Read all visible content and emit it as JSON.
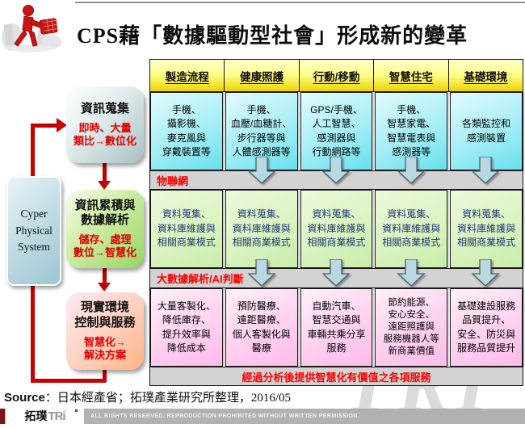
{
  "title": "CPS藉「數據驅動型社會」形成新的變革",
  "colors": {
    "accent_red": "#c40000",
    "band_text_red": "#fe0000",
    "data_text_navy": "#1e3a70",
    "header_yellow": "#eed400",
    "device_cyan": "#67e0ee",
    "data_green": "#c8edaa",
    "service_pink": "#ffbbea"
  },
  "flow": {
    "collect": {
      "title": "資訊蒐集",
      "note": "即時、大量\n類比→數位化"
    },
    "analyze": {
      "title": "資訊累積與\n數據解析",
      "note": "儲存、處理\n數位→智慧化"
    },
    "control": {
      "title": "現實環境\n控制與服務",
      "note": "智慧化→\n解決方案"
    },
    "cps": {
      "label": "Cyper\nPhysical\nSystem"
    }
  },
  "table": {
    "headers": [
      "製造流程",
      "健康照護",
      "行動/移動",
      "智慧住宅",
      "基礎環境"
    ],
    "device_row": [
      "手機、\n攝影機、\n麥克風與\n穿戴裝置等",
      "手機、\n血壓/血糖計、\n步行器等與\n人體感測器等",
      "GPS/手機、\n人工智慧、\n感測器與\n行動網路等",
      "手機、\n智慧家電、\n智慧電表與\n感測器等",
      "各類監控和\n感測裝置"
    ],
    "iot_band": "物聯網",
    "data_row": [
      "資料蒐集、\n資料庫維護與\n相關商業模式",
      "資料蒐集、\n資料庫維護與\n相關商業模式",
      "資料蒐集、\n資料庫維護與\n相關商業模式",
      "資料蒐集、\n資料庫維護與\n相關商業模式",
      "資料蒐集、\n資料庫維護與\n相關商業模式"
    ],
    "ai_band": "大數據解析/AI判斷",
    "service_row": [
      "大量客製化、\n降低庫存、\n提升效率與\n降低成本",
      "預防醫療、\n遠距醫療、\n個人客製化與\n醫療",
      "自動汽車、\n智慧交通與\n車輛共乘分享\n服務",
      "節約能源、\n安心安全、\n遠距照護與\n服務機器人等\n新商業價值",
      "基礎建設服務\n品質提升、\n安全、防災與\n服務品質提升"
    ],
    "bottom_band": "經過分析後提供智慧化有價值之各項服務"
  },
  "source": {
    "label": "Source",
    "text": "：日本經產省；拓璞產業研究所整理，2016/05"
  },
  "footer": {
    "logo_cjk": "拓璞",
    "logo_latin": "TRi",
    "rights": "ALL RIGHTS RESERVED. REPRODUCTION PROHIBITED WITHOUT WRITTEN PERMISSION."
  },
  "watermark": "TRI"
}
